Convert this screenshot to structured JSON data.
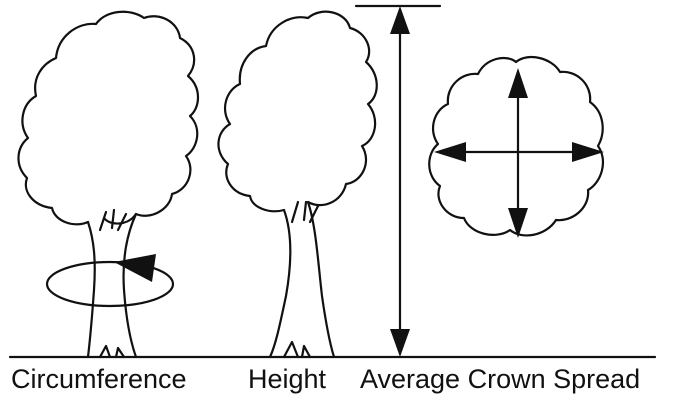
{
  "labels": {
    "circumference": "Circumference",
    "height": "Height",
    "crown_spread": "Average Crown Spread"
  },
  "colors": {
    "ink": "#111111",
    "background": "#ffffff"
  }
}
